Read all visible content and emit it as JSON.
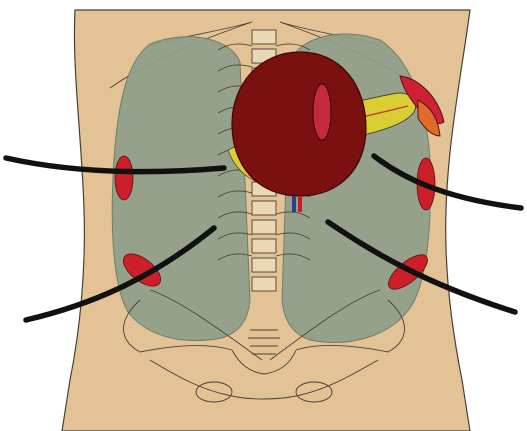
{
  "figure": {
    "colors": {
      "background": "#ffffff",
      "skin": "#e3c295",
      "outline": "#4a4036",
      "lung": "#8f9e8a",
      "lung_edge": "#6e7d6a",
      "bone": "#ead7b4",
      "heart": "#7a1010",
      "heart_highlight": "#c52a3a",
      "pancreas": "#d9cf35",
      "pancreas_vessel": "#c0392b",
      "spleen": "#cc2233",
      "spleen_tip": "#e06a2a",
      "kidney": "#cc1f2a",
      "probe": "#111111",
      "vessel_blue": "#2b3f8f",
      "vessel_red": "#c81a22"
    },
    "structures": [
      "torso-outline",
      "left-lung",
      "right-lung",
      "spine",
      "ribs",
      "heart",
      "pancreas",
      "spleen",
      "kidneys",
      "pelvis",
      "instrument-probes"
    ]
  }
}
